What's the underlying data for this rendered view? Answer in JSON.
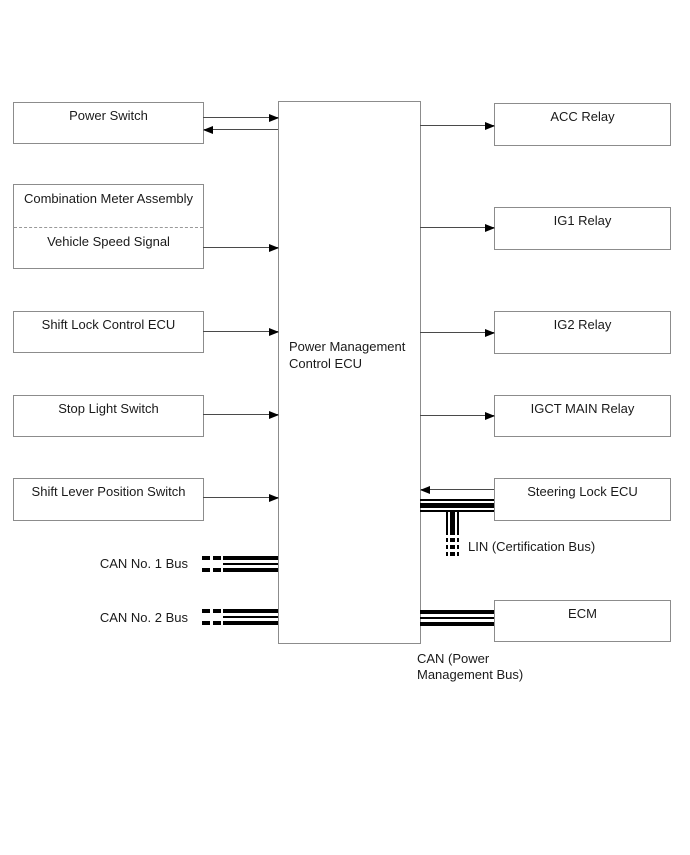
{
  "colors": {
    "background": "#ffffff",
    "box_border": "#8c8c8c",
    "connector_line": "#4a4a4a",
    "bus_line": "#000000",
    "text": "#1a1a1a"
  },
  "center_box": {
    "label_line1": "Power Management",
    "label_line2": "Control ECU"
  },
  "left_boxes": [
    {
      "label": "Power Switch"
    },
    {
      "label_top": "Combination Meter Assembly",
      "label_bottom": "Vehicle Speed Signal"
    },
    {
      "label": "Shift Lock Control ECU"
    },
    {
      "label": "Stop Light Switch"
    },
    {
      "label": "Shift Lever Position Switch"
    }
  ],
  "right_boxes": [
    {
      "label": "ACC Relay"
    },
    {
      "label": "IG1 Relay"
    },
    {
      "label": "IG2 Relay"
    },
    {
      "label": "IGCT MAIN Relay"
    },
    {
      "label": "Steering Lock ECU"
    },
    {
      "label": "ECM"
    }
  ],
  "bus_labels": {
    "can1": "CAN No. 1 Bus",
    "can2": "CAN No. 2 Bus",
    "lin": "LIN (Certification Bus)",
    "can_power_line1": "CAN (Power",
    "can_power_line2": "Management Bus)"
  }
}
